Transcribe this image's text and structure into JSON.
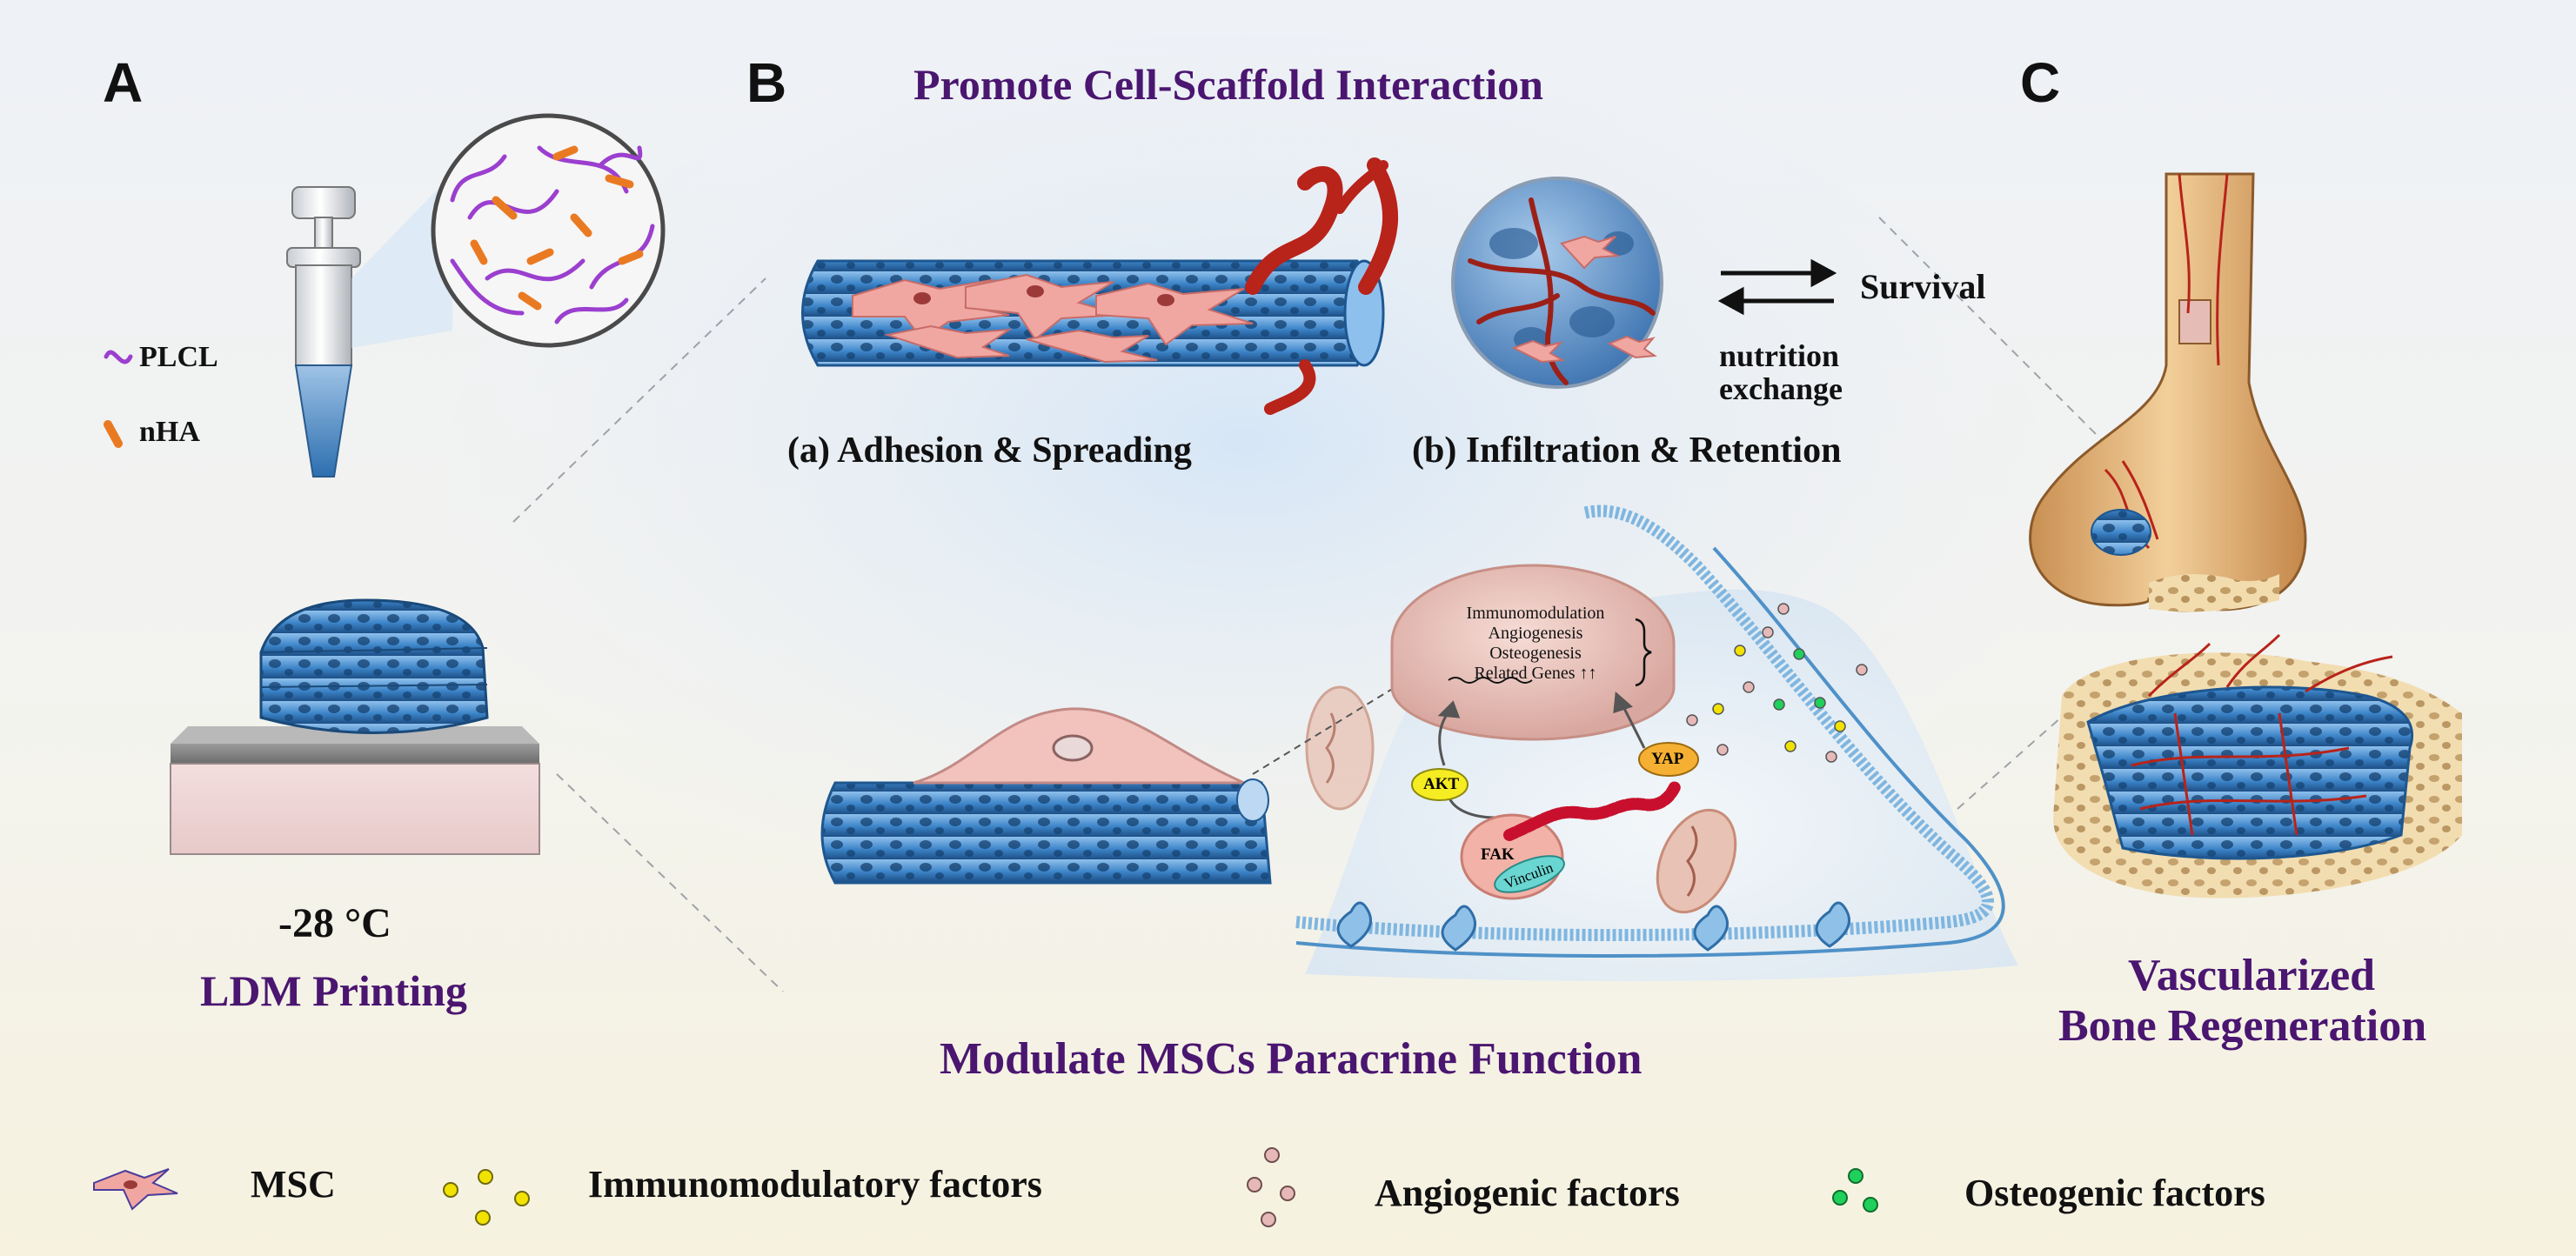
{
  "panels": {
    "a": "A",
    "b": "B",
    "c": "C"
  },
  "panel_a": {
    "legend_plcl": "PLCL",
    "legend_nha": "nHA",
    "temperature": "-28 °C",
    "caption": "LDM Printing"
  },
  "panel_b": {
    "top_title": "Promote Cell-Scaffold Interaction",
    "label_a": "(a) Adhesion & Spreading",
    "label_b": "(b) Infiltration & Retention",
    "survival": "Survival",
    "nutrition": "nutrition",
    "exchange": "exchange",
    "nucleus_text": [
      "Immunomodulation",
      "Angiogenesis",
      "Osteogenesis",
      "Related Genes ↑↑"
    ],
    "akt": "AKT",
    "yap": "YAP",
    "fak": "FAK",
    "vinculin": "Vinculin",
    "bottom_title": "Modulate MSCs Paracrine Function"
  },
  "panel_c": {
    "caption_line1": "Vascularized",
    "caption_line2": "Bone Regeneration"
  },
  "legend": {
    "msc": "MSC",
    "immuno": "Immunomodulatory factors",
    "angio": "Angiogenic factors",
    "osteo": "Osteogenic factors"
  },
  "colors": {
    "title_purple": "#4a1670",
    "scaffold_blue": "#3c84c8",
    "cell_pink": "#f0a7a2",
    "vessel_red": "#b8231a",
    "immuno_yellow": "#f2e200",
    "angio_pink": "#e7b8b8",
    "osteo_green": "#1fd05a",
    "plcl_purple": "#9b3fcf",
    "nha_orange": "#ea7a22"
  }
}
